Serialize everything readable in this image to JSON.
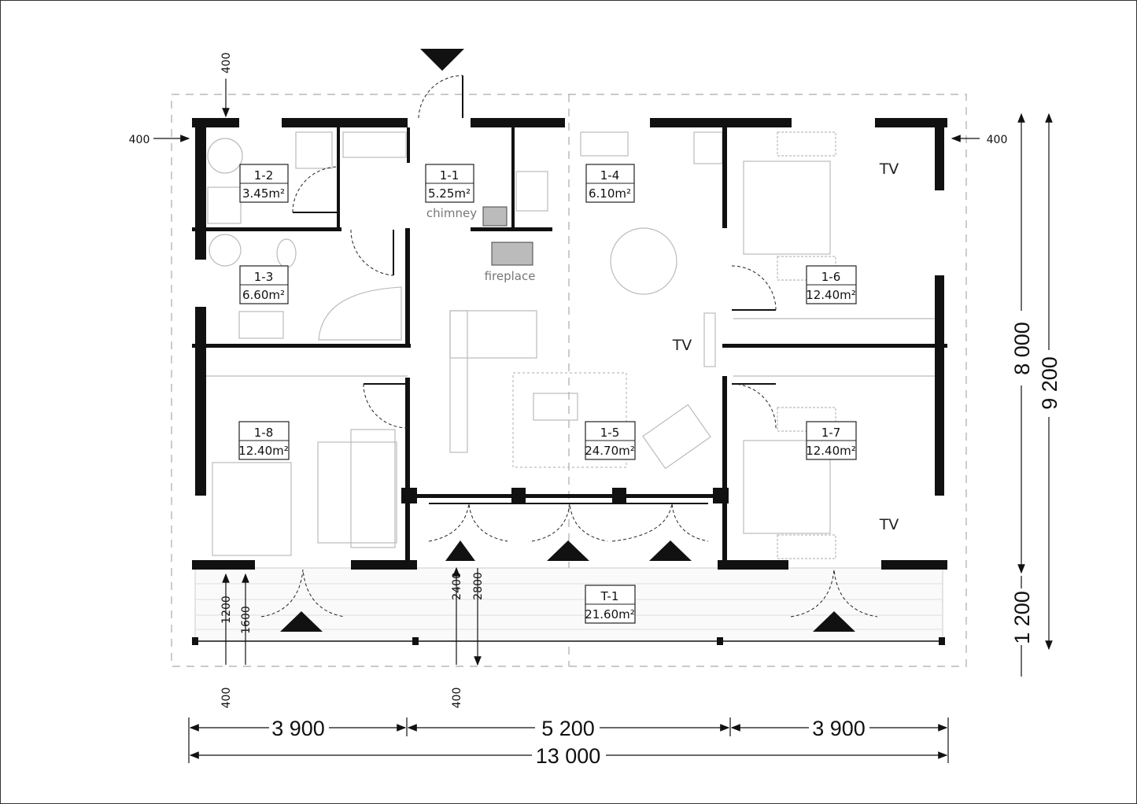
{
  "rooms": [
    {
      "id": "1-1",
      "area": "5.25m²"
    },
    {
      "id": "1-2",
      "area": "3.45m²"
    },
    {
      "id": "1-3",
      "area": "6.60m²"
    },
    {
      "id": "1-4",
      "area": "6.10m²"
    },
    {
      "id": "1-5",
      "area": "24.70m²"
    },
    {
      "id": "1-6",
      "area": "12.40m²"
    },
    {
      "id": "1-7",
      "area": "12.40m²"
    },
    {
      "id": "1-8",
      "area": "12.40m²"
    },
    {
      "id": "T-1",
      "area": "21.60m²"
    }
  ],
  "labels": {
    "chimney": "chimney",
    "fireplace": "fireplace",
    "tv": "TV"
  },
  "dimensions": {
    "bottom_segments": [
      "3 900",
      "5 200",
      "3 900"
    ],
    "bottom_total": "13 000",
    "right_house": "8 000",
    "right_terrace": "1 200",
    "right_total": "9 200",
    "offset_400": "400",
    "terrace_1200": "1200",
    "terrace_1600": "1600",
    "terrace_2400": "2400",
    "terrace_2800": "2800"
  }
}
